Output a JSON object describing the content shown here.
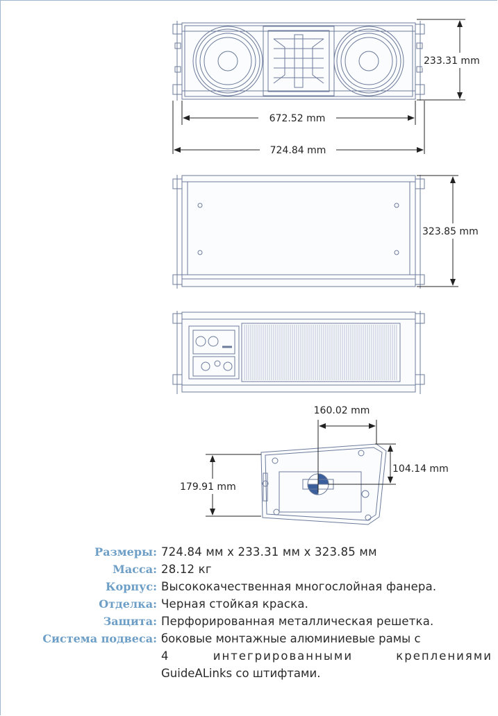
{
  "drawing": {
    "front_height": "233.31 mm",
    "inner_width": "672.52 mm",
    "overall_width": "724.84 mm",
    "depth": "323.85 mm",
    "side_depth": "160.02 mm",
    "side_offset": "104.14 mm",
    "side_height": "179.91 mm"
  },
  "specs": [
    {
      "label": "Размеры:",
      "value": "724.84 мм x 233.31 мм x 323.85 мм"
    },
    {
      "label": "Масса:",
      "value": "28.12 кг"
    },
    {
      "label": "Корпус:",
      "value": "Высококачественная многослойная фанера."
    },
    {
      "label": "Отделка:",
      "value": "Черная стойкая краска."
    },
    {
      "label": "Защита:",
      "value": "Перфорированная металлическая решетка."
    }
  ],
  "suspension": {
    "label": "Система подвеса:",
    "line1": "боковые монтажные алюминиевые рамы с",
    "line2": "4 интегрированными креплениями",
    "line3": "GuideALinks со штифтами."
  }
}
